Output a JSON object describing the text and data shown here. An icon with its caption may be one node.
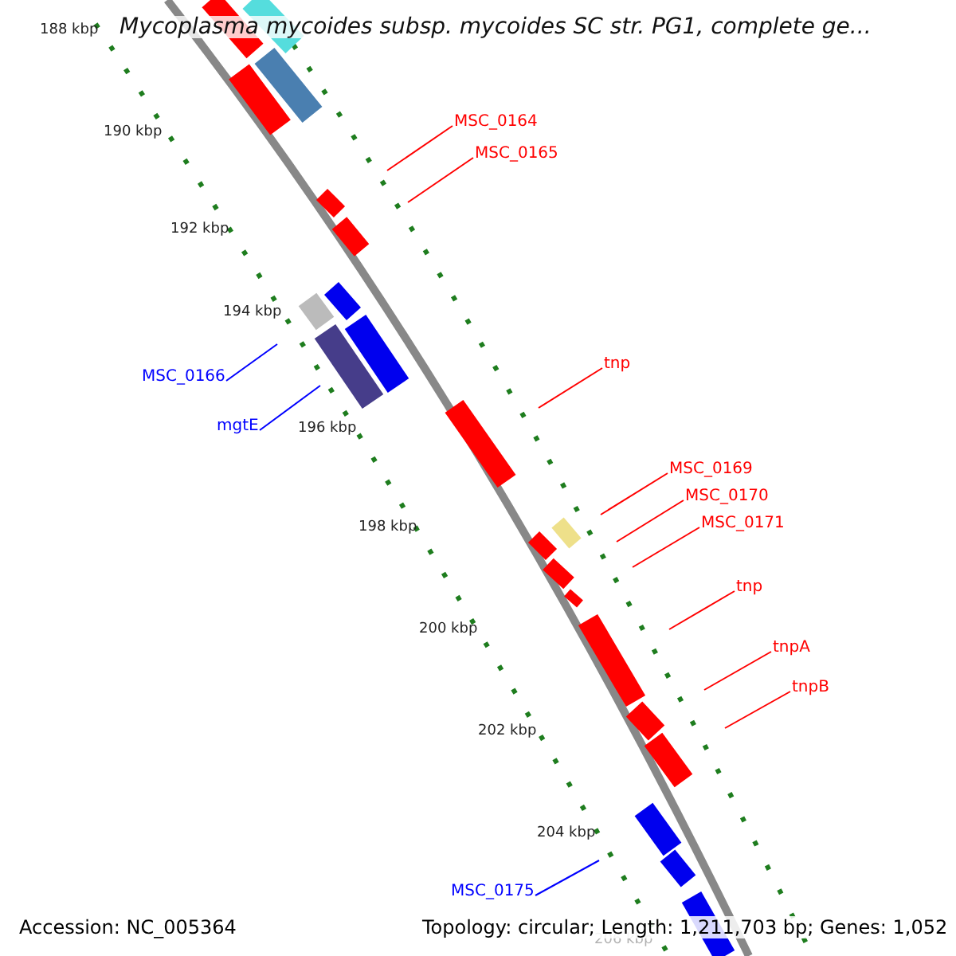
{
  "diagram": {
    "title": "Mycoplasma mycoides subsp. mycoides SC str. PG1, complete ge...",
    "nodes": [
      {
        "text": [
          "MSC_0164"
        ]
      },
      {
        "text": [
          "MSC_0165"
        ]
      },
      {
        "text": [
          "MSC_0166"
        ]
      },
      {
        "text": [
          "mgtE"
        ]
      },
      {
        "text": [
          "tnp"
        ]
      },
      {
        "text": [
          "MSC_0169"
        ]
      },
      {
        "text": [
          "MSC_0170"
        ]
      },
      {
        "text": [
          "MSC_0171"
        ]
      },
      {
        "text": [
          "tnp"
        ]
      },
      {
        "text": [
          "tnpA"
        ]
      },
      {
        "text": [
          "tnpB"
        ]
      },
      {
        "text": [
          "MSC_0175"
        ]
      }
    ],
    "edges": [
      {
        "from": 0,
        "to": null,
        "arrow": "none"
      },
      {
        "from": 1,
        "to": null,
        "arrow": "none"
      },
      {
        "from": 2,
        "to": null,
        "arrow": "none",
        "color": "#0000ff"
      },
      {
        "from": 3,
        "to": null,
        "arrow": "none",
        "color": "#0000ff"
      },
      {
        "from": 4,
        "to": null,
        "arrow": "none"
      },
      {
        "from": 5,
        "to": null,
        "arrow": "none"
      },
      {
        "from": 6,
        "to": null,
        "arrow": "none"
      },
      {
        "from": 7,
        "to": null,
        "arrow": "none"
      },
      {
        "from": 8,
        "to": null,
        "arrow": "none"
      },
      {
        "from": 9,
        "to": null,
        "arrow": "none"
      },
      {
        "from": 10,
        "to": null,
        "arrow": "none"
      },
      {
        "from": 11,
        "to": null,
        "arrow": "none",
        "color": "#0000ff"
      }
    ],
    "labels": [
      "188 kbp",
      "190 kbp",
      "192 kbp",
      "194 kbp",
      "196 kbp",
      "198 kbp",
      "200 kbp",
      "202 kbp",
      "204 kbp",
      "206 kbp",
      "Accession: NC_005364",
      "Topology: circular; Length: 1,211,703 bp; Genes: 1,052"
    ]
  }
}
